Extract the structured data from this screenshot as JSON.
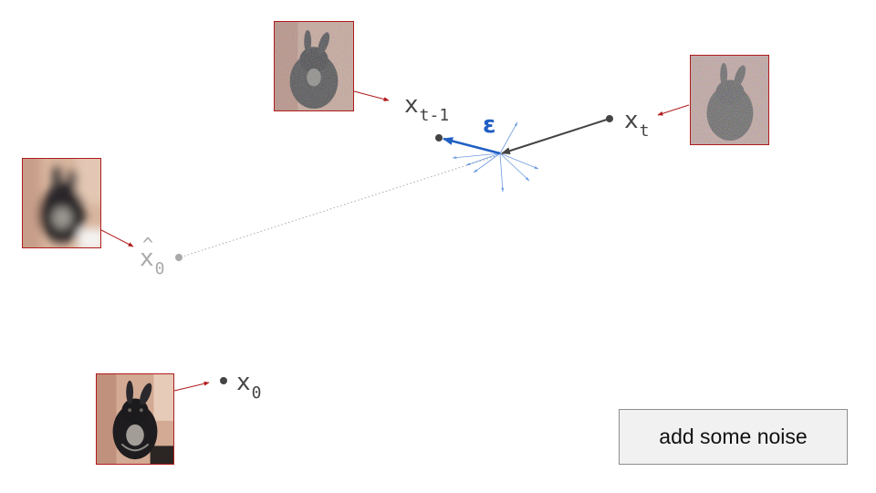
{
  "labels": {
    "x_t": {
      "base": "x",
      "sub": "t"
    },
    "x_t_minus_1": {
      "base": "x",
      "sub": "t-1"
    },
    "x0_hat": {
      "base": "x",
      "hat": "^",
      "sub": "0"
    },
    "x0": {
      "base": "x",
      "sub": "0"
    },
    "epsilon": "ε"
  },
  "button": {
    "label": "add some noise"
  },
  "colors": {
    "point": "#444444",
    "faded_point": "#a9a9a9",
    "epsilon_arrow": "#1f5fc4",
    "noise_arrows": "#6f9be0",
    "thumbnail_border": "#b01c1c"
  },
  "icons": {
    "thumbnails": "rabbit-photo"
  }
}
